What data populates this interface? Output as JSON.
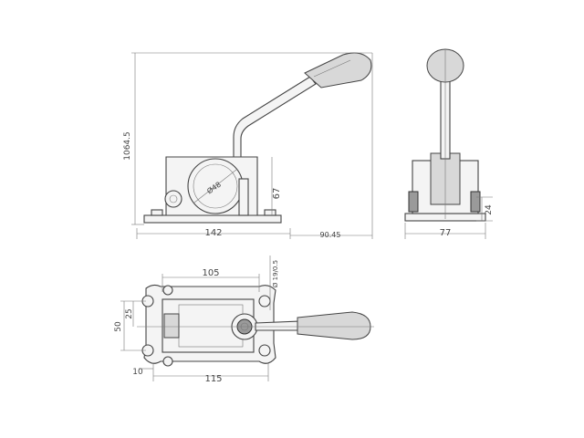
{
  "dimensions": {
    "height_total": "1064.5",
    "width_side": "142",
    "height_clamp": "67",
    "angle": "90.45",
    "diameter_clamp": "Ø48",
    "width_front": "77",
    "height_base": "24",
    "top_hole_spacing": "105",
    "tube_range": "Ø 19/0.5",
    "left_spacing_50": "50",
    "left_spacing_25": "25",
    "bottom_offset": "10",
    "bottom_width": "115"
  }
}
